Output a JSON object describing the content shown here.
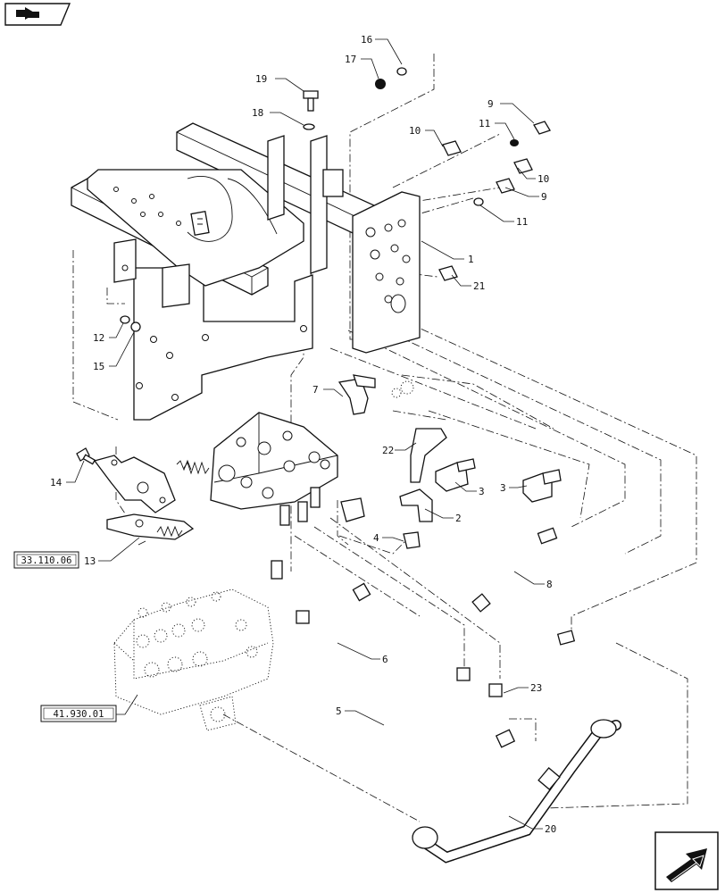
{
  "callouts": [
    {
      "id": "c16",
      "text": "16"
    },
    {
      "id": "c17",
      "text": "17"
    },
    {
      "id": "c19",
      "text": "19"
    },
    {
      "id": "c18",
      "text": "18"
    },
    {
      "id": "c9a",
      "text": "9"
    },
    {
      "id": "c11a",
      "text": "11"
    },
    {
      "id": "c10a",
      "text": "10"
    },
    {
      "id": "c10b",
      "text": "10"
    },
    {
      "id": "c9b",
      "text": "9"
    },
    {
      "id": "c11b",
      "text": "11"
    },
    {
      "id": "c1",
      "text": "1"
    },
    {
      "id": "c21",
      "text": "21"
    },
    {
      "id": "c12",
      "text": "12"
    },
    {
      "id": "c15",
      "text": "15"
    },
    {
      "id": "c7",
      "text": "7"
    },
    {
      "id": "c22",
      "text": "22"
    },
    {
      "id": "c3a",
      "text": "3"
    },
    {
      "id": "c3b",
      "text": "3"
    },
    {
      "id": "c2",
      "text": "2"
    },
    {
      "id": "c4",
      "text": "4"
    },
    {
      "id": "c14",
      "text": "14"
    },
    {
      "id": "c13",
      "text": "13"
    },
    {
      "id": "c8",
      "text": "8"
    },
    {
      "id": "c6",
      "text": "6"
    },
    {
      "id": "c23",
      "text": "23"
    },
    {
      "id": "c5",
      "text": "5"
    },
    {
      "id": "c20",
      "text": "20"
    }
  ],
  "references": [
    {
      "id": "ref1",
      "text": "33.110.06"
    },
    {
      "id": "ref2",
      "text": "41.930.01"
    }
  ],
  "icons": {
    "top_left": "book-pointer-icon",
    "bottom_right": "next-page-arrow-icon"
  }
}
